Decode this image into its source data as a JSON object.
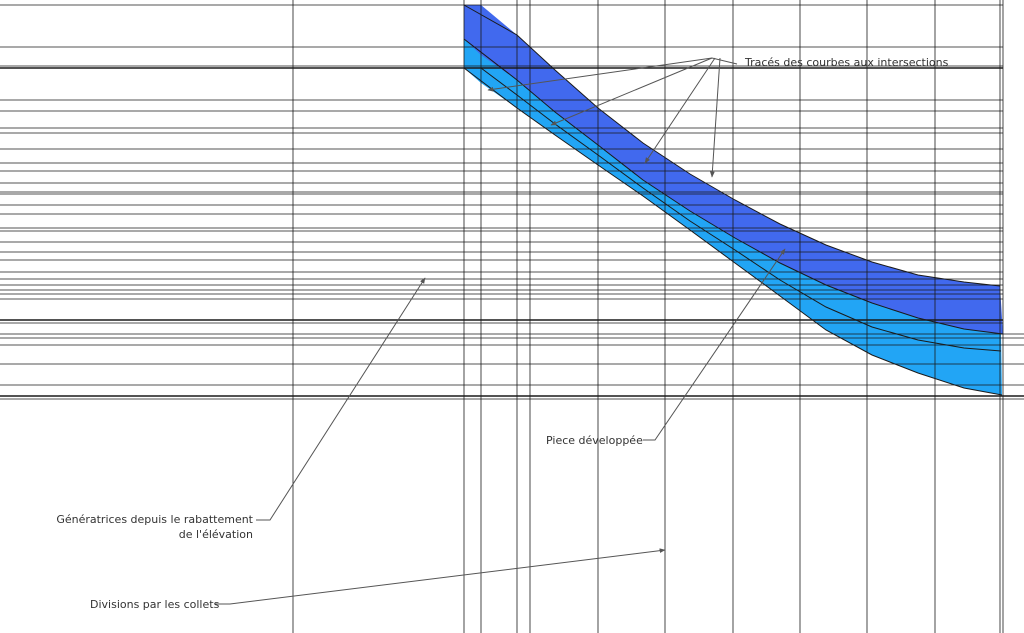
{
  "labels": {
    "traces": "Tracés des courbes aux intersections",
    "piece": "Piece développée",
    "generatrices_line1": "Génératrices depuis le rabattement",
    "generatrices_line2": "de l'élévation",
    "divisions": "Divisions par les collets"
  },
  "colors": {
    "upper_band": "#4169ee",
    "lower_band": "#22a5f5",
    "construction_lines": "#1a1a1a",
    "leader_lines": "#555555",
    "text": "#333333"
  }
}
